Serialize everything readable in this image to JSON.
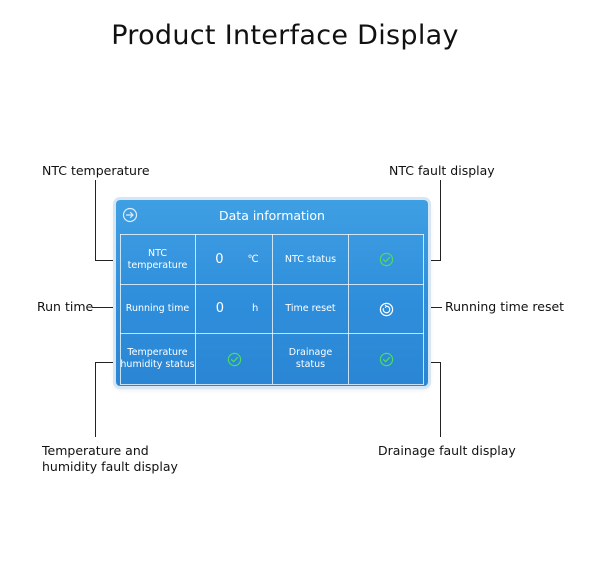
{
  "page_title": "Product Interface Display",
  "callouts": {
    "ntc_temperature": "NTC temperature",
    "ntc_fault_display": "NTC fault display",
    "run_time": "Run time",
    "running_time_reset": "Running time reset",
    "temp_humidity_fault_line1": "Temperature and",
    "temp_humidity_fault_line2": "humidity fault display",
    "drainage_fault_display": "Drainage fault display"
  },
  "panel": {
    "title": "Data information",
    "back_icon": "circle-arrow-right-icon",
    "rows": [
      {
        "label": "NTC temperature",
        "value": "0",
        "unit": "℃",
        "status_label": "NTC status",
        "status_icon": "check-circle-icon"
      },
      {
        "label": "Running time",
        "value": "0",
        "unit": "h",
        "status_label": "Time reset",
        "status_icon": "reset-circle-icon"
      },
      {
        "label_line1": "Temperature",
        "label_line2": "humidity status",
        "status_icon_left": "check-circle-icon",
        "status_label": "Drainage status",
        "status_icon": "check-circle-icon"
      }
    ]
  },
  "colors": {
    "panel_blue": "#2f8edb",
    "check_green": "#4cd964"
  }
}
